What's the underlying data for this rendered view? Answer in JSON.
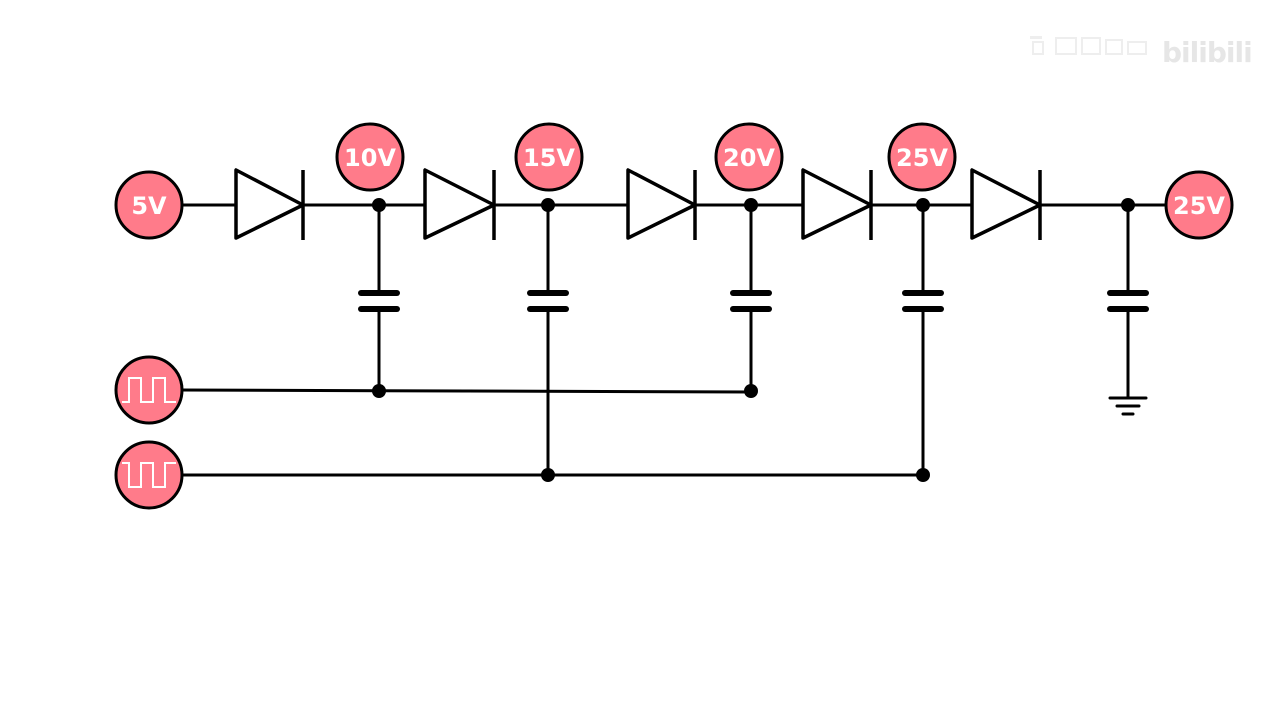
{
  "watermark": {
    "brand": "bilibili",
    "logo": "bilibili-logo"
  },
  "colors": {
    "node_fill": "#ff7b8a",
    "wire": "#000000",
    "label_text": "#ffffff"
  },
  "circuit": {
    "input_label": "5V",
    "stage_labels": [
      "10V",
      "15V",
      "20V",
      "25V"
    ],
    "output_label": "25V",
    "clock_icons": [
      "square-wave-icon",
      "inverted-square-wave-icon"
    ],
    "diode_count": 5,
    "capacitor_count": 5,
    "ground_icon": "ground-icon"
  }
}
